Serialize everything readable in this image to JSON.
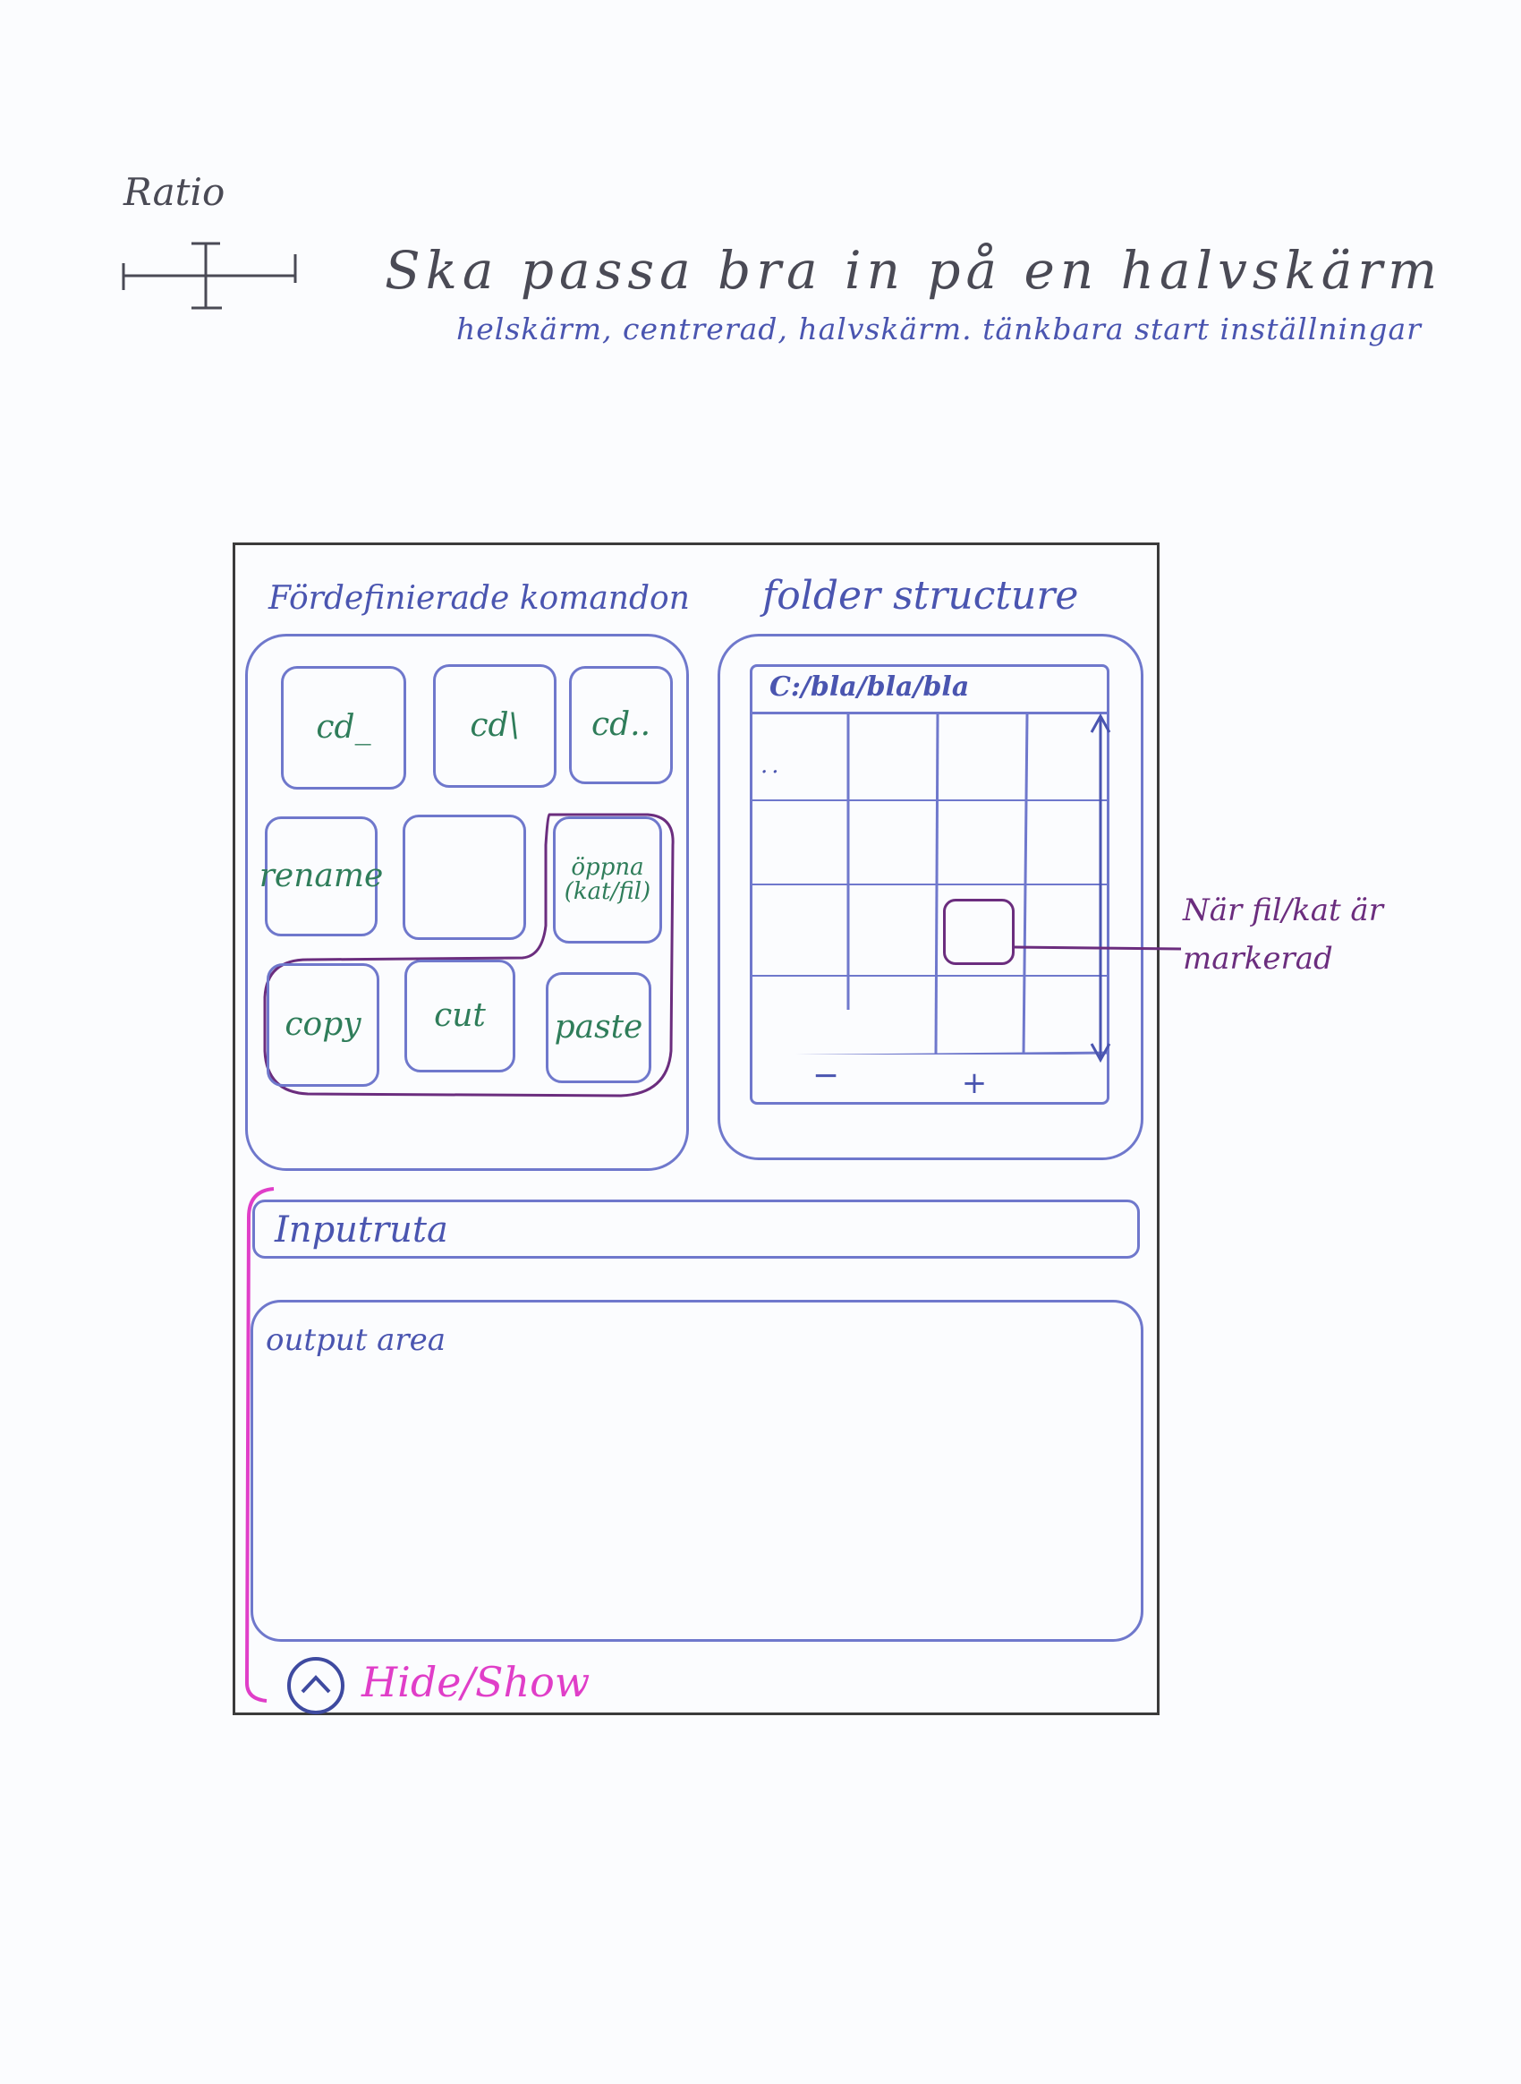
{
  "header": {
    "ratio_label": "Ratio",
    "note_main": "Ska passa bra in på en halvskärm",
    "note_sub": "helskärm, centrerad, halvskärm. tänkbara start inställningar"
  },
  "commands_panel": {
    "title": "Fördefinierade komandon",
    "buttons": {
      "cd_root": "cd_",
      "cd_back": "cd\\",
      "cd_up": "cd..",
      "rename": "rename",
      "empty": "",
      "open": "öppna (kat/fil)",
      "copy": "copy",
      "cut": "cut",
      "paste": "paste"
    }
  },
  "folder_panel": {
    "title": "folder structure",
    "path": "C:/bla/bla/bla",
    "parent_entry": "..",
    "zoom_out": "−",
    "zoom_in": "+"
  },
  "callout": {
    "line1": "När fil/kat är",
    "line2": "markerad"
  },
  "input": {
    "placeholder": "Inputruta"
  },
  "output": {
    "label": "output area"
  },
  "toggle": {
    "label": "Hide/Show",
    "icon": "chevron-up-icon"
  },
  "colors": {
    "sketch_blue": "#4a55b0",
    "command_green": "#2f7d5a",
    "selection_purple": "#6b2d7e",
    "toggle_pink": "#e03ec8",
    "frame": "#3b3b3b"
  }
}
